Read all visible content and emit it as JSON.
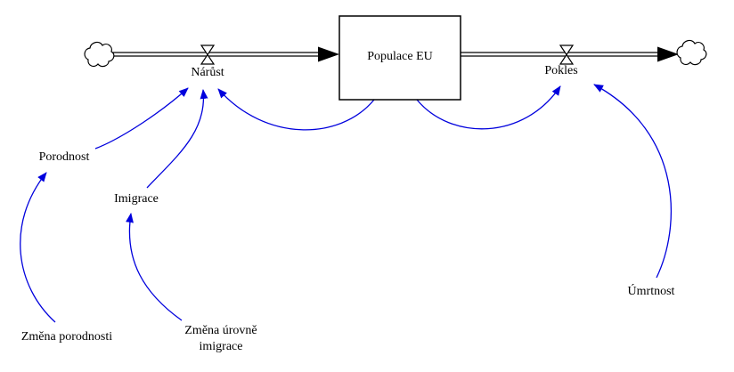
{
  "diagram": {
    "stock": {
      "label": "Populace EU"
    },
    "inflow": {
      "label": "Nárůst"
    },
    "outflow": {
      "label": "Pokles"
    },
    "auxiliaries": {
      "porodnost": "Porodnost",
      "imigrace": "Imigrace",
      "zmena_porodnosti": "Změna porodnosti",
      "zmena_urovne_imigrace": {
        "line1": "Změna úrovně",
        "line2": "imigrace"
      },
      "umrtnost": "Úmrtnost"
    },
    "links": [
      {
        "from": "Změna porodnosti",
        "to": "Porodnost"
      },
      {
        "from": "Změna úrovně imigrace",
        "to": "Imigrace"
      },
      {
        "from": "Porodnost",
        "to": "Nárůst"
      },
      {
        "from": "Imigrace",
        "to": "Nárůst"
      },
      {
        "from": "Populace EU",
        "to": "Nárůst"
      },
      {
        "from": "Populace EU",
        "to": "Pokles"
      },
      {
        "from": "Úmrtnost",
        "to": "Pokles"
      }
    ],
    "colors": {
      "link": "#0000dd",
      "structure": "#000000",
      "text": "#000000",
      "background": "#ffffff"
    },
    "icons": {
      "source": "cloud-icon",
      "sink": "cloud-icon",
      "inflow_regulator": "valve-icon",
      "outflow_regulator": "valve-icon"
    }
  }
}
